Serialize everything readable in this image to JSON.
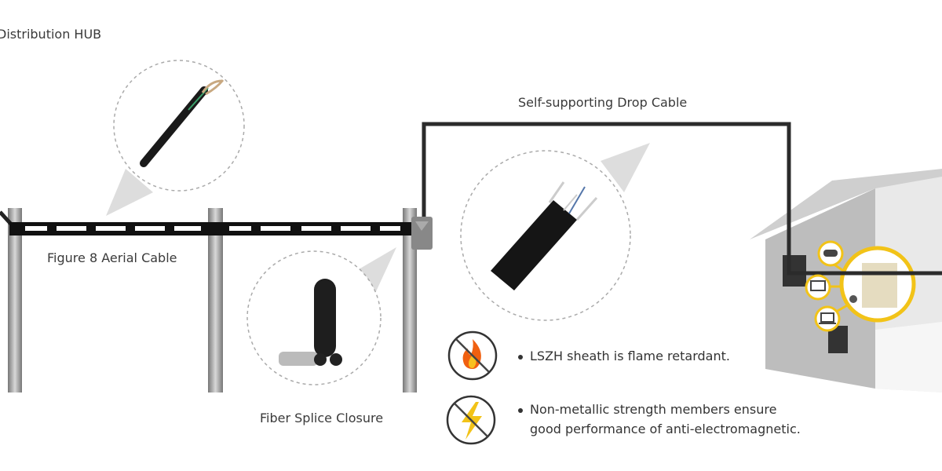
{
  "labels": {
    "distribution_hub": "Distribution HUB",
    "drop_cable": "Self-supporting Drop Cable",
    "figure8": "Figure 8 Aerial Cable",
    "splice_closure": "Fiber Splice Closure"
  },
  "features": [
    {
      "icon": "flame-icon",
      "text": "LSZH sheath is flame retardant."
    },
    {
      "icon": "lightning-icon",
      "line1": "Non-metallic strength members ensure",
      "line2": "good performance of anti-electromagnetic."
    }
  ],
  "colors": {
    "cable": "#222222",
    "pole": "#9a9a9a",
    "accent": "#f2c318",
    "house": "#d0d0d0"
  }
}
